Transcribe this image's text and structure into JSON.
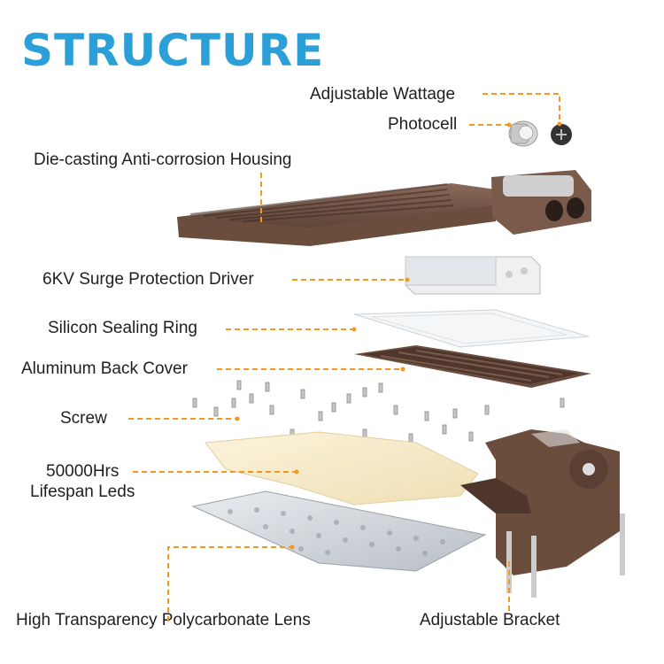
{
  "title": "STRUCTURE",
  "labels": {
    "wattage": "Adjustable Wattage",
    "photocell": "Photocell",
    "housing": "Die-casting Anti-corrosion Housing",
    "driver": "6KV Surge Protection Driver",
    "sealing": "Silicon Sealing Ring",
    "back_cover": "Aluminum Back Cover",
    "screw": "Screw",
    "leds_line1": "50000Hrs",
    "leds_line2": "Lifespan Leds",
    "lens": "High Transparency Polycarbonate Lens",
    "bracket": "Adjustable Bracket"
  },
  "colors": {
    "title": "#2a9fd8",
    "leader": "#f39a1e",
    "housing": "#6b4d3e",
    "led_board": "#f5e9c8"
  }
}
